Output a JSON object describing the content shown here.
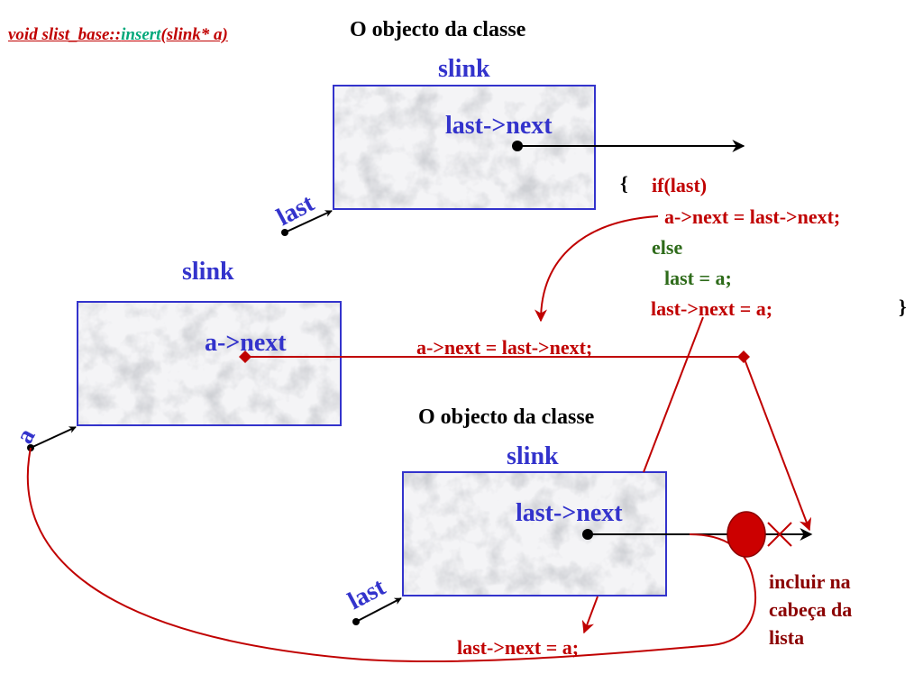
{
  "signature": {
    "part1": "void slist_base::",
    "part2": "insert",
    "part3": "(slink* a)"
  },
  "titles": {
    "top": "O objecto da classe",
    "bottom": "O objecto da classe"
  },
  "boxes": {
    "top": {
      "class_label": "slink",
      "field": "last->next",
      "pointer": "last"
    },
    "left": {
      "class_label": "slink",
      "field": "a->next",
      "pointer": "a"
    },
    "bottom": {
      "class_label": "slink",
      "field": "last->next",
      "pointer": "last"
    }
  },
  "code": {
    "open_brace": "{",
    "if_line": "if(last)",
    "line2": "a->next = last->next;",
    "else_line": "else",
    "line4": "last = a;",
    "line5": "last->next = a;",
    "close_brace": "}"
  },
  "annotations": {
    "middle": "a->next = last->next;",
    "bottom": "last->next = a;",
    "note": [
      "incluir na",
      "cabeça da",
      "lista"
    ]
  },
  "colors": {
    "blue": "#3333cc",
    "red": "#c00000",
    "green": "#2e6b1a",
    "dark_red": "#8b0000"
  }
}
